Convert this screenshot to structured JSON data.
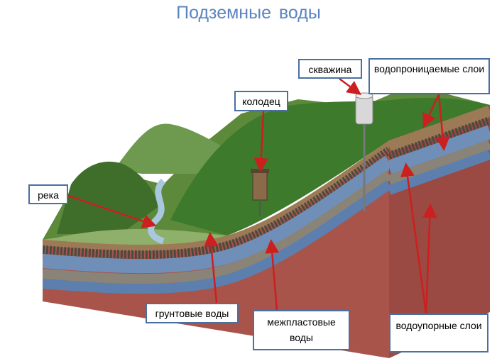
{
  "title": "Подземные воды",
  "labels": {
    "borehole": "скважина",
    "permeable_layers": "водопроницаемые слои",
    "well": "колодец",
    "river": "река",
    "groundwater": "грунтовые воды",
    "interstratal_water": "межпластовые воды",
    "impermeable_layers": "водоупорные слои"
  },
  "colors": {
    "title": "#5b84c0",
    "box_border": "#4a6fa0",
    "arrow": "#cc1f1f",
    "water_layer": "#6f8fb8",
    "clay": "#a8544a",
    "grass": "#5c8a3a"
  }
}
